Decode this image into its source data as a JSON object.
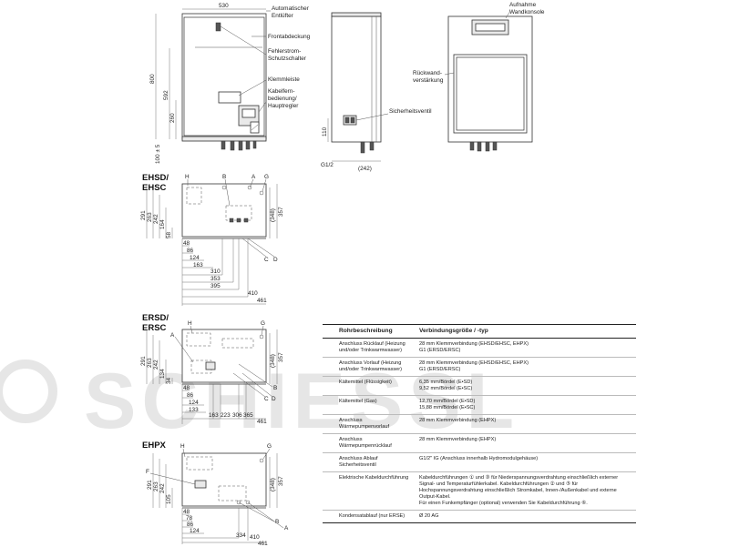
{
  "watermark": "SCHIESSL",
  "top_views": {
    "width_dim": "530",
    "height_dim": "800",
    "dim_592": "592",
    "dim_260": "260",
    "dim_100": "100 ± 5",
    "labels": {
      "entluefter": [
        "Automatischer",
        "Entlüfter"
      ],
      "frontabdeckung": "Frontabdeckung",
      "fehlerstrom": [
        "Fehlerstrom-",
        "Schutzschalter"
      ],
      "klemmleiste": "Klemmleiste",
      "kabelfern": [
        "Kabelfern-",
        "bedienung/",
        "Hauptregler"
      ],
      "aufnahme": [
        "Aufnahme",
        "Wandkonsole"
      ],
      "rueckwand": [
        "Rückwand-",
        "verstärkung"
      ],
      "sicherheitsventil": "Sicherheitsventil"
    },
    "side_dim_110": "110",
    "side_dim_242": "(242)",
    "side_g12": "G1/2"
  },
  "plans": [
    {
      "title": [
        "EHSD/",
        "EHSC"
      ],
      "letters": [
        "H",
        "B",
        "A",
        "G",
        "C",
        "D"
      ],
      "vertical_dims": [
        "291",
        "263",
        "242",
        "164",
        "58"
      ],
      "right_dims": [
        "(348)",
        "357"
      ],
      "bottom_dims": [
        "48",
        "86",
        "124",
        "163",
        "310",
        "353",
        "395",
        "410",
        "461"
      ]
    },
    {
      "title": [
        "ERSD/",
        "ERSC"
      ],
      "letters": [
        "H",
        "G",
        "A",
        "B",
        "C",
        "D"
      ],
      "vertical_dims": [
        "291",
        "263",
        "242",
        "134",
        "34"
      ],
      "right_dims": [
        "(348)",
        "357"
      ],
      "bottom_dims": [
        "48",
        "86",
        "124",
        "133",
        "163",
        "223",
        "306",
        "365",
        "461"
      ]
    },
    {
      "title": [
        "EHPX"
      ],
      "letters": [
        "F",
        "H",
        "G",
        "B",
        "A"
      ],
      "vertical_dims": [
        "291",
        "263",
        "242",
        "105"
      ],
      "right_dims": [
        "(348)",
        "357"
      ],
      "bottom_dims": [
        "48",
        "78",
        "86",
        "124",
        "334",
        "410",
        "461"
      ]
    }
  ],
  "connection_table": {
    "headers": [
      "Rohrbeschreibung",
      "Verbindungsgröße / -typ"
    ],
    "rows": [
      [
        "Anschluss Rücklauf (Heizung und/oder Trinkwarmwasser)",
        "28 mm Klemmverbindung (EHSD/EHSC, EHPX)\nG1 (ERSD/ERSC)"
      ],
      [
        "Anschluss Vorlauf (Heizung und/oder Trinkwarmwasser)",
        "28 mm Klemmverbindung (EHSD/EHSC, EHPX)\nG1 (ERSD/ERSC)"
      ],
      [
        "Kältemittel (Flüssigkeit)",
        "6,35 mm/Bördel (E•SD)\n9,52 mm/Bördel (E•SC)"
      ],
      [
        "Kältemittel (Gas)",
        "12,70 mm/Bördel (E•SD)\n15,88 mm/Bördel (E•SC)"
      ],
      [
        "Anschluss Wärmepumpenvorlauf",
        "28 mm Klemmverbindung (EHPX)"
      ],
      [
        "Anschluss Wärmepumpenrücklauf",
        "28 mm Klemmverbindung (EHPX)"
      ],
      [
        "Anschluss Ablauf Sicherheitsventil",
        "G1/2\" IG (Anschluss innerhalb Hydromodulgehäuse)"
      ],
      [
        "Elektrische Kabeldurchführung",
        "Kabeldurchführungen ① und ③ für Niederspannungsverdrahtung einschließlich externer Signal- und Temperaturfühlerkabel. Kabeldurchführungen ② und ⑤ für Hochspannungsverdrahtung einschließlich Stromkabel, Innen-/Außenkabel und externe Output-Kabel.\nFür einen Funkempfänger (optional) verwenden Sie Kabeldurchführung ⑥."
      ],
      [
        "Kondensatablauf (nur ERSE)",
        "Ø 20 AG"
      ]
    ]
  }
}
